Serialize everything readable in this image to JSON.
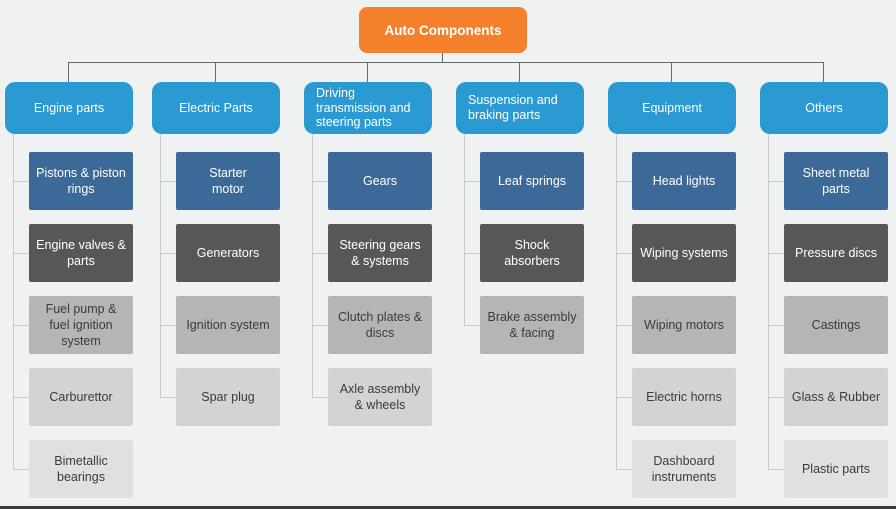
{
  "root": {
    "label": "Auto Components"
  },
  "palette": {
    "root_orange": "#f5802c",
    "header_blue": "#2c9ad2",
    "level1_dark_blue": "#3b6a99",
    "level2_dark_gray": "#575757",
    "level3_medium_gray": "#b5b5b5",
    "level4_light_gray": "#d3d3d3",
    "level5_lighter_gray": "#e0e0e0",
    "background": "#eff2f1",
    "top_connector": "#5f6a6d",
    "column_connector": "#c6cacc"
  },
  "columns": [
    {
      "label": "Engine parts",
      "children": [
        "Pistons & piston\nrings",
        "Engine valves &\nparts",
        "Fuel pump &\nfuel ignition\nsystem",
        "Carburettor",
        "Bimetallic\nbearings"
      ]
    },
    {
      "label": "Electric Parts",
      "children": [
        "Starter\nmotor",
        "Generators",
        "Ignition system",
        "Spar plug"
      ]
    },
    {
      "label": "Driving\ntransmission and\nsteering parts",
      "children": [
        "Gears",
        "Steering gears\n& systems",
        "Clutch plates &\ndiscs",
        "Axle assembly\n& wheels"
      ]
    },
    {
      "label": "Suspension and\nbraking parts",
      "children": [
        "Leaf springs",
        "Shock\nabsorbers",
        "Brake assembly\n& facing"
      ]
    },
    {
      "label": "Equipment",
      "children": [
        "Head lights",
        "Wiping systems",
        "Wiping motors",
        "Electric horns",
        "Dashboard\ninstruments"
      ]
    },
    {
      "label": "Others",
      "children": [
        "Sheet metal\nparts",
        "Pressure discs",
        "Castings",
        "Glass & Rubber",
        "Plastic parts"
      ]
    }
  ]
}
